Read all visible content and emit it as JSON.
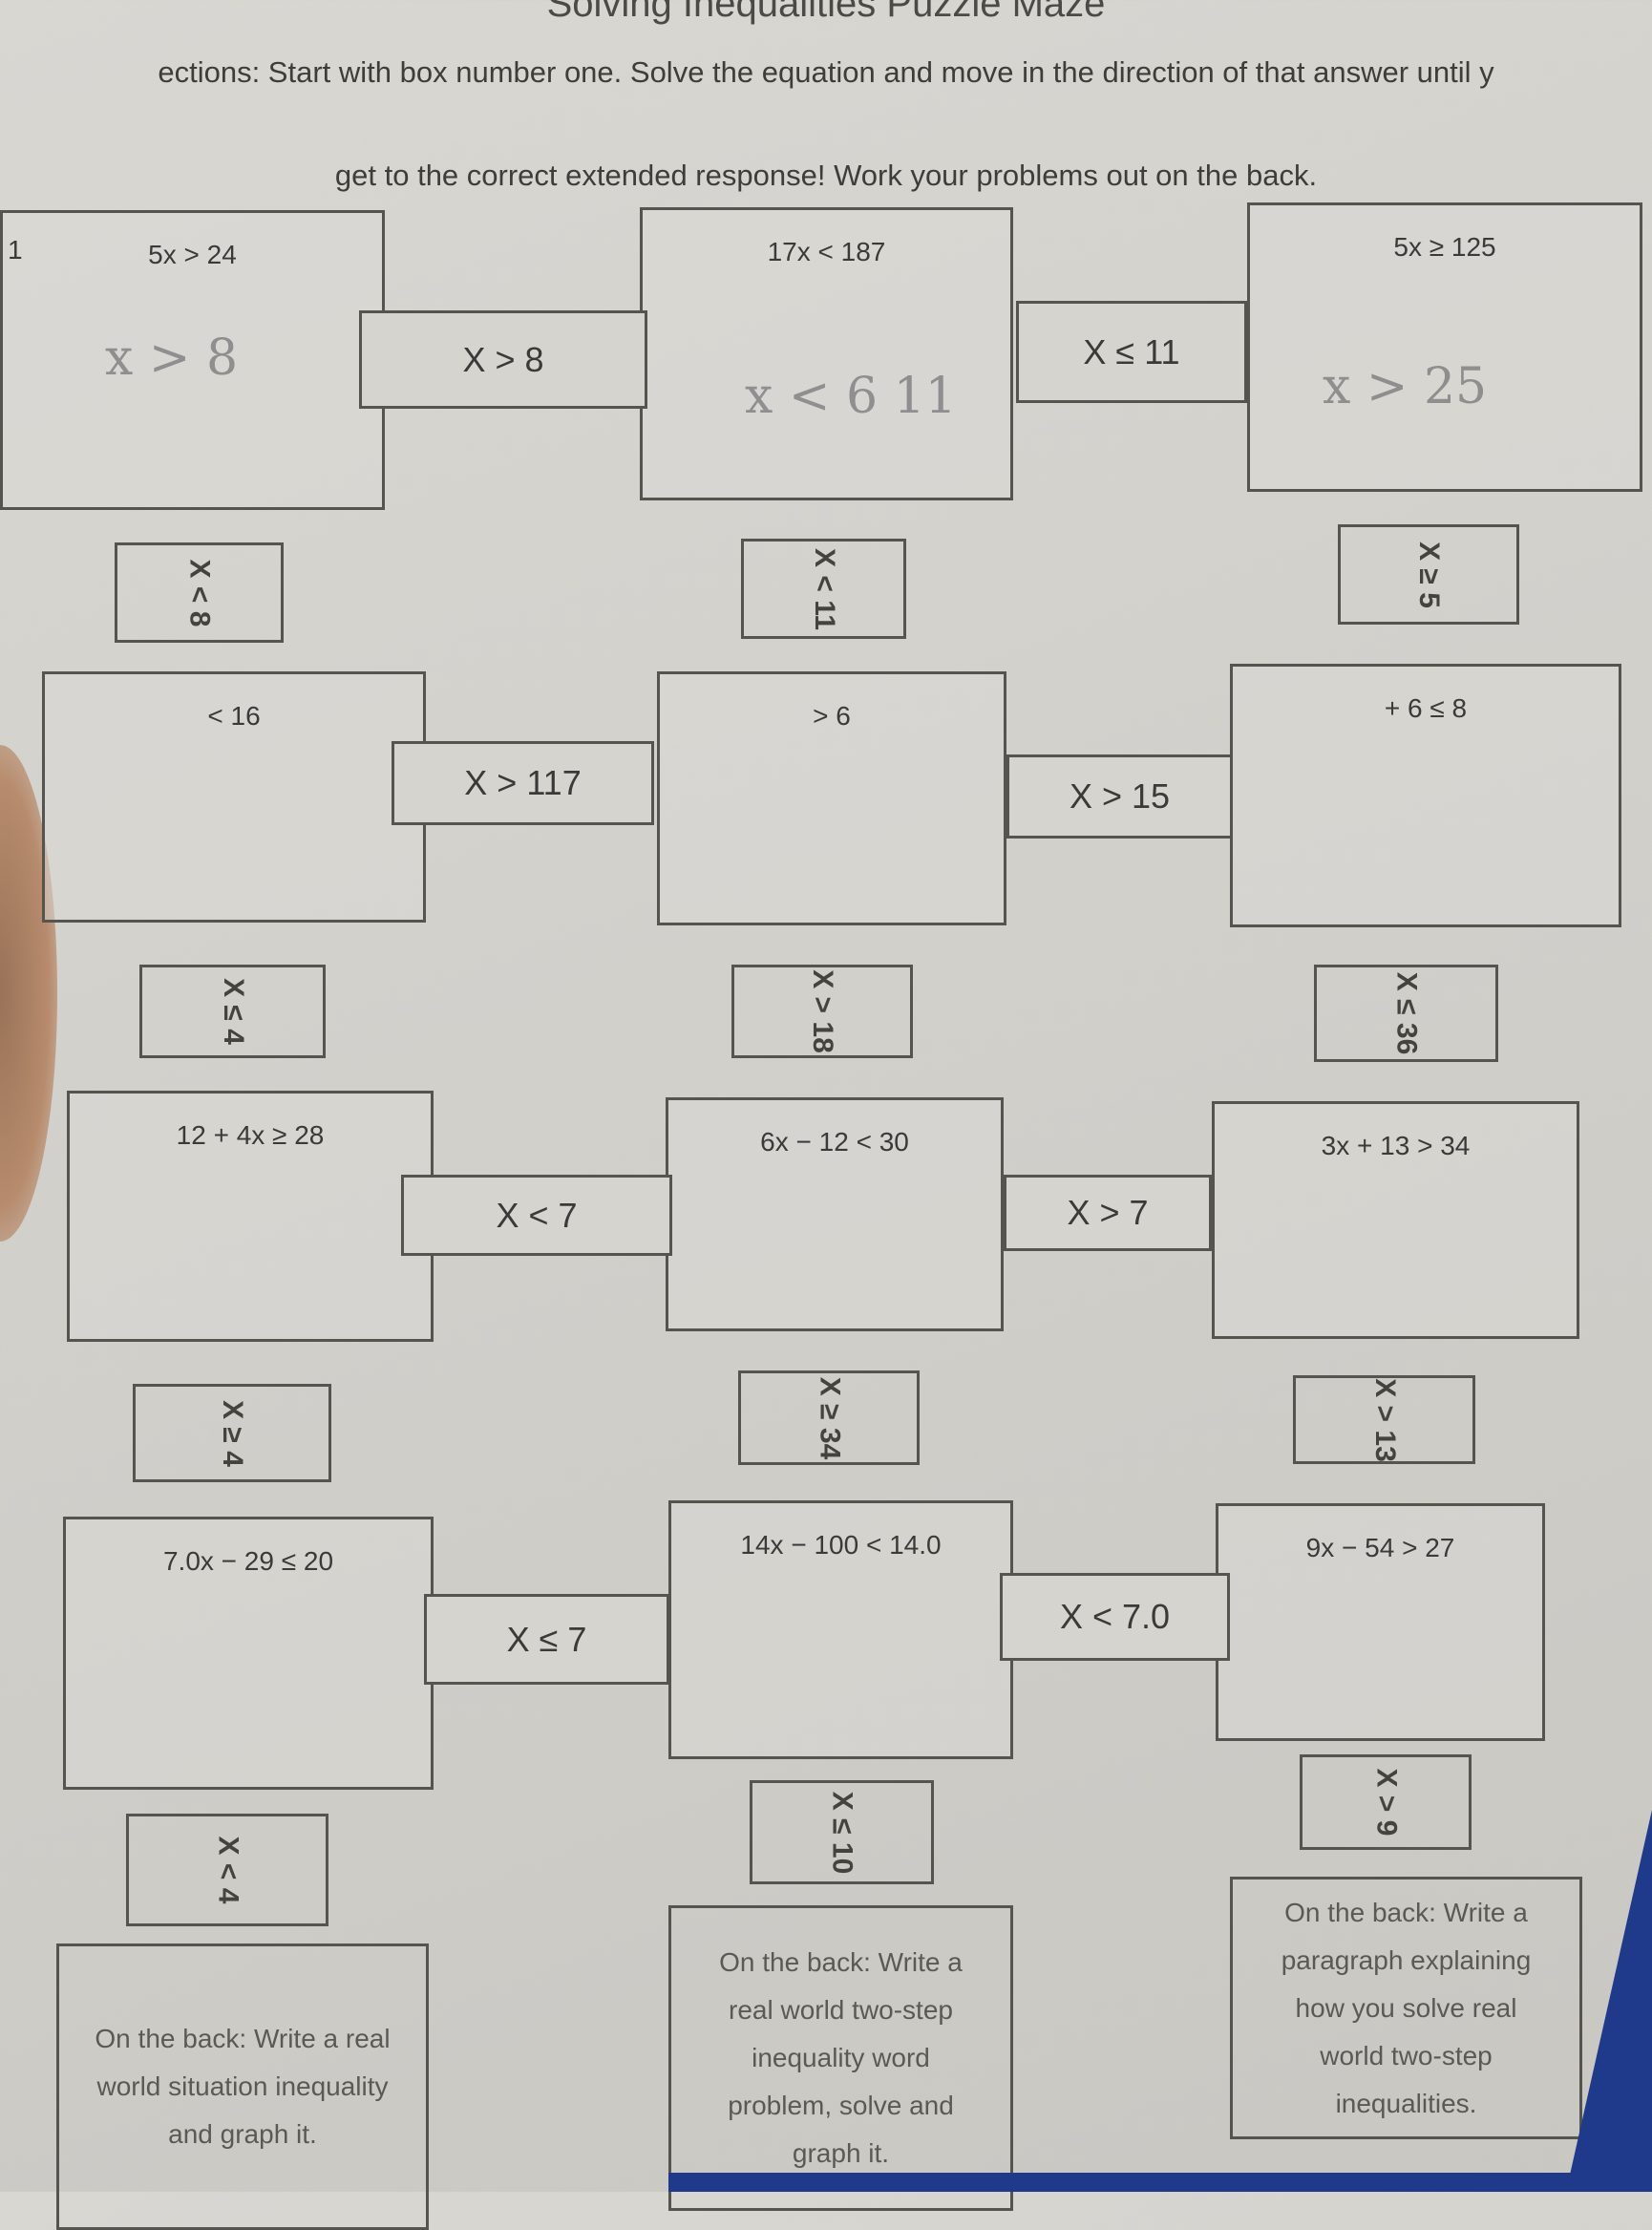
{
  "title": "Solving Inequalities Puzzle Maze",
  "directions": {
    "line1": "ections: Start with box number one.  Solve the equation and move in the direction of that answer until y",
    "line2": "get to the correct extended response!  Work your problems out on the back."
  },
  "start_number": "1",
  "problem_boxes": [
    {
      "equation": "5x > 24"
    },
    {
      "equation": "17x < 187"
    },
    {
      "equation": "5x ≥ 125"
    },
    {
      "equation": "< 16"
    },
    {
      "equation": "> 6"
    },
    {
      "equation": "+ 6 ≤ 8"
    },
    {
      "equation": "12 + 4x ≥ 28"
    },
    {
      "equation": "6x − 12 < 30"
    },
    {
      "equation": "3x + 13 > 34"
    },
    {
      "equation": "7.0x − 29 ≤ 20"
    },
    {
      "equation": "14x − 100 < 14.0"
    },
    {
      "equation": "9x − 54 > 27"
    }
  ],
  "horizontal_connectors": [
    "X > 8",
    "X ≤ 11",
    "X > 117",
    "X > 15",
    "X < 7",
    "X > 7",
    "X ≤ 7",
    "X < 7.0"
  ],
  "vertical_connectors": [
    "X < 8",
    "X < 11",
    "X ≥ 5",
    "X ≤ 4",
    "X > 18",
    "X ≤ 36",
    "X ≥ 4",
    "X ≥ 34",
    "X > 13",
    "X < 4",
    "X ≤ 10",
    "X > 9"
  ],
  "extended_responses": [
    "On the back: Write a real world situation inequality and graph it.",
    "On the back: Write a real world two-step inequality word problem, solve and graph it.",
    "On the back: Write a paragraph explaining how you solve real world two-step inequalities."
  ],
  "handwriting": [
    "x > 8",
    "x < 6 11",
    "x > 25"
  ],
  "colors": {
    "paper": "#d6d4cf",
    "ink": "#3a3a38",
    "pencil": "#77777a",
    "background_blue": "#1f3a8a"
  }
}
